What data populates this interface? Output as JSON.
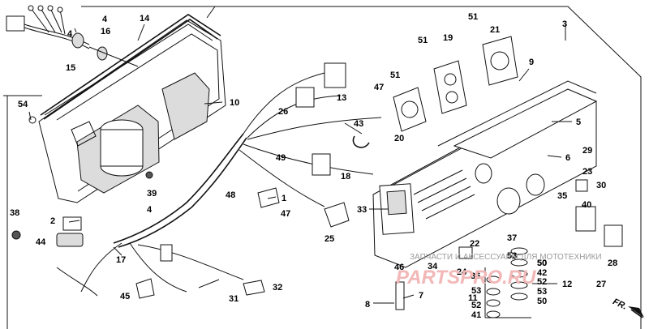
{
  "diagram": {
    "callouts": [
      {
        "id": "c1",
        "text": "1"
      },
      {
        "id": "c2",
        "text": "2"
      },
      {
        "id": "c3",
        "text": "3"
      },
      {
        "id": "c4a",
        "text": "4"
      },
      {
        "id": "c4b",
        "text": "4"
      },
      {
        "id": "c4c",
        "text": "4"
      },
      {
        "id": "c5",
        "text": "5"
      },
      {
        "id": "c6",
        "text": "6"
      },
      {
        "id": "c7",
        "text": "7"
      },
      {
        "id": "c8",
        "text": "8"
      },
      {
        "id": "c9",
        "text": "9"
      },
      {
        "id": "c10",
        "text": "10"
      },
      {
        "id": "c11",
        "text": "11"
      },
      {
        "id": "c12",
        "text": "12"
      },
      {
        "id": "c13",
        "text": "13"
      },
      {
        "id": "c14",
        "text": "14"
      },
      {
        "id": "c15",
        "text": "15"
      },
      {
        "id": "c16",
        "text": "16"
      },
      {
        "id": "c17",
        "text": "17"
      },
      {
        "id": "c18",
        "text": "18"
      },
      {
        "id": "c19",
        "text": "19"
      },
      {
        "id": "c20",
        "text": "20"
      },
      {
        "id": "c21",
        "text": "21"
      },
      {
        "id": "c22",
        "text": "22"
      },
      {
        "id": "c23",
        "text": "23"
      },
      {
        "id": "c24",
        "text": "24"
      },
      {
        "id": "c25",
        "text": "25"
      },
      {
        "id": "c26",
        "text": "26"
      },
      {
        "id": "c27",
        "text": "27"
      },
      {
        "id": "c28",
        "text": "28"
      },
      {
        "id": "c29",
        "text": "29"
      },
      {
        "id": "c30",
        "text": "30"
      },
      {
        "id": "c31",
        "text": "31"
      },
      {
        "id": "c32",
        "text": "32"
      },
      {
        "id": "c33",
        "text": "33"
      },
      {
        "id": "c34",
        "text": "34"
      },
      {
        "id": "c35",
        "text": "35"
      },
      {
        "id": "c36",
        "text": "36"
      },
      {
        "id": "c37",
        "text": "37"
      },
      {
        "id": "c38",
        "text": "38"
      },
      {
        "id": "c39",
        "text": "39"
      },
      {
        "id": "c40",
        "text": "40"
      },
      {
        "id": "c41",
        "text": "41"
      },
      {
        "id": "c42",
        "text": "42"
      },
      {
        "id": "c43",
        "text": "43"
      },
      {
        "id": "c44",
        "text": "44"
      },
      {
        "id": "c45",
        "text": "45"
      },
      {
        "id": "c46",
        "text": "46"
      },
      {
        "id": "c47a",
        "text": "47"
      },
      {
        "id": "c47b",
        "text": "47"
      },
      {
        "id": "c48",
        "text": "48"
      },
      {
        "id": "c49",
        "text": "49"
      },
      {
        "id": "c50a",
        "text": "50"
      },
      {
        "id": "c50b",
        "text": "50"
      },
      {
        "id": "c50c",
        "text": "50"
      },
      {
        "id": "c51a",
        "text": "51"
      },
      {
        "id": "c51b",
        "text": "51"
      },
      {
        "id": "c51c",
        "text": "51"
      },
      {
        "id": "c52a",
        "text": "52"
      },
      {
        "id": "c52b",
        "text": "52"
      },
      {
        "id": "c53a",
        "text": "53"
      },
      {
        "id": "c53b",
        "text": "53"
      },
      {
        "id": "c53c",
        "text": "53"
      },
      {
        "id": "c54",
        "text": "54"
      }
    ],
    "direction_label": "FR."
  },
  "watermark": {
    "line1": "ЗАПЧАСТИ И АКСЕССУАРЫ ДЛЯ МОТОТЕХНИКИ",
    "line2": "PARTSPRO.RU"
  },
  "colors": {
    "ink": "#111111",
    "paper": "#ffffff",
    "watermark_text": "#9a9a9a",
    "watermark_logo": "#f2b8b8"
  }
}
